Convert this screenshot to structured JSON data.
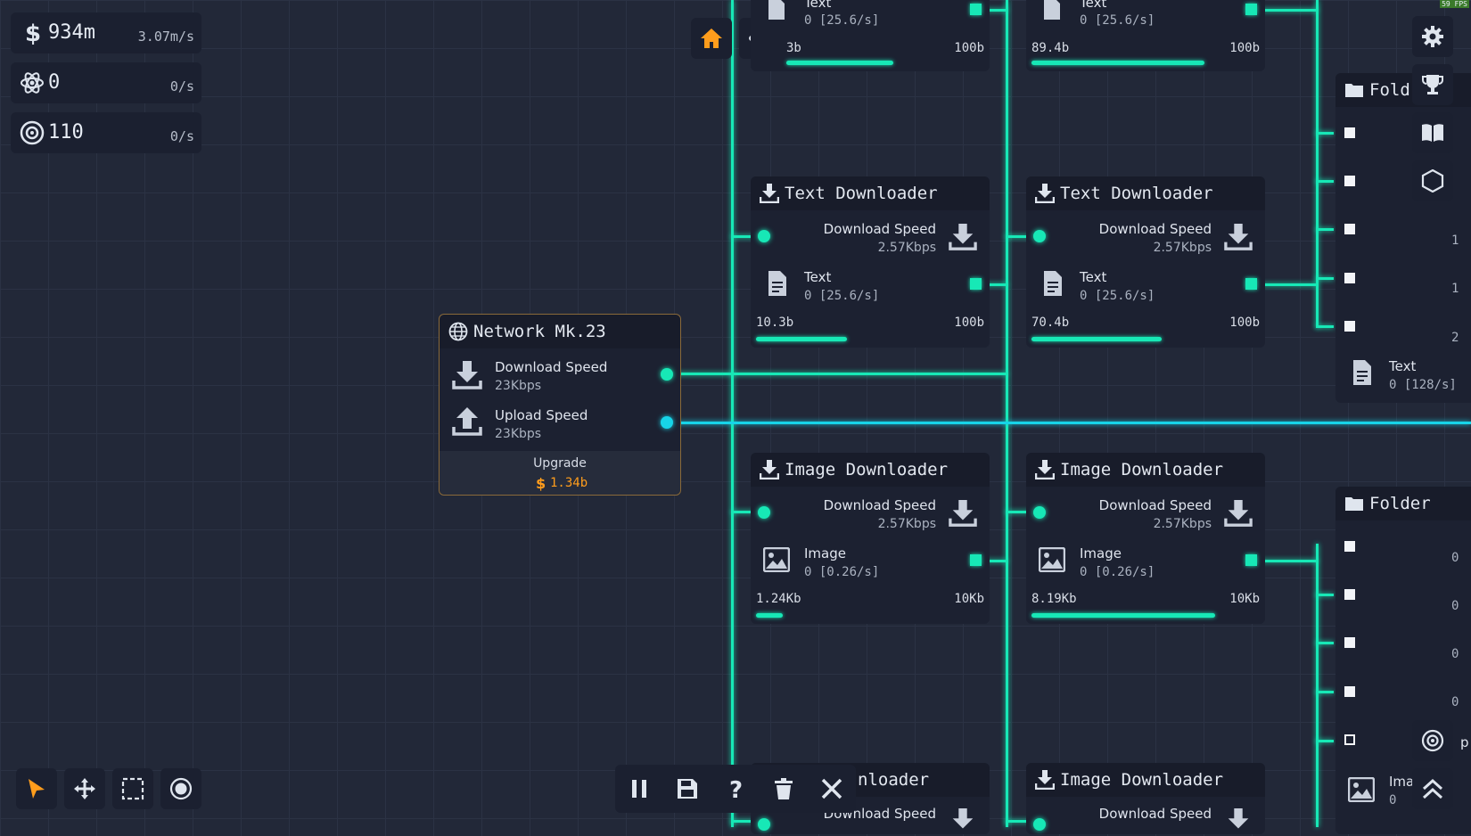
{
  "resources": [
    {
      "icon": "dollar-icon",
      "value": "934m",
      "rate": "3.07m/s"
    },
    {
      "icon": "atom-icon",
      "value": "0",
      "rate": "0/s"
    },
    {
      "icon": "target-icon",
      "value": "110",
      "rate": "0/s"
    }
  ],
  "network": {
    "title": "Network Mk.23",
    "download_label": "Download Speed",
    "download_value": "23Kbps",
    "upload_label": "Upload Speed",
    "upload_value": "23Kbps",
    "upgrade_label": "Upgrade",
    "upgrade_cost": "1.34b"
  },
  "top_partial_nodes": [
    {
      "label": "Text",
      "sub": "0 [25.6/s]",
      "progress_value": "3b",
      "progress_max": "100b"
    },
    {
      "label": "Text",
      "sub": "0 [25.6/s]",
      "progress_value": "89.4b",
      "progress_max": "100b"
    }
  ],
  "text_downloaders": [
    {
      "title": "Text Downloader",
      "speed_label": "Download Speed",
      "speed_value": "2.57Kbps",
      "item_label": "Text",
      "item_sub": "0 [25.6/s]",
      "progress_value": "10.3b",
      "progress_max": "100b"
    },
    {
      "title": "Text Downloader",
      "speed_label": "Download Speed",
      "speed_value": "2.57Kbps",
      "item_label": "Text",
      "item_sub": "0 [25.6/s]",
      "progress_value": "70.4b",
      "progress_max": "100b"
    }
  ],
  "image_downloaders": [
    {
      "title": "Image Downloader",
      "speed_label": "Download Speed",
      "speed_value": "2.57Kbps",
      "item_label": "Image",
      "item_sub": "0 [0.26/s]",
      "progress_value": "1.24Kb",
      "progress_max": "10Kb"
    },
    {
      "title": "Image Downloader",
      "speed_label": "Download Speed",
      "speed_value": "2.57Kbps",
      "item_label": "Image",
      "item_sub": "0 [0.26/s]",
      "progress_value": "8.19Kb",
      "progress_max": "10Kb"
    }
  ],
  "bottom_downloaders": [
    {
      "title": "nloader",
      "speed_label": "Download Speed"
    },
    {
      "title": "Image Downloader",
      "speed_label": "Download Speed"
    }
  ],
  "folders": [
    {
      "title": "Fold",
      "item_label": "Text",
      "item_sub": "0 [128/s]",
      "side_values": [
        "1",
        "1",
        "2"
      ]
    },
    {
      "title": "Folder",
      "item_label": "Ima",
      "item_sub": "0",
      "side_values": [
        "0",
        "0",
        "0",
        "0"
      ],
      "extra": "p"
    }
  ],
  "fps": "59 FPS",
  "top_nav": {
    "home_icon": "home-icon",
    "research_icon": "atom-icon"
  },
  "right_toolbar": [
    "gear-icon",
    "trophy-icon",
    "book-icon",
    "hexagon-icon"
  ],
  "right_bottom": [
    "target-icon",
    "chevrons-up-icon"
  ],
  "tools": [
    "cursor-icon",
    "move-icon",
    "select-box-icon",
    "circle-icon"
  ],
  "controls": [
    "pause-icon",
    "save-icon",
    "help-icon",
    "trash-icon",
    "close-icon"
  ],
  "colors": {
    "wire": "#17e8b6",
    "accent": "#ff9d1c",
    "panel": "#1c2131"
  }
}
